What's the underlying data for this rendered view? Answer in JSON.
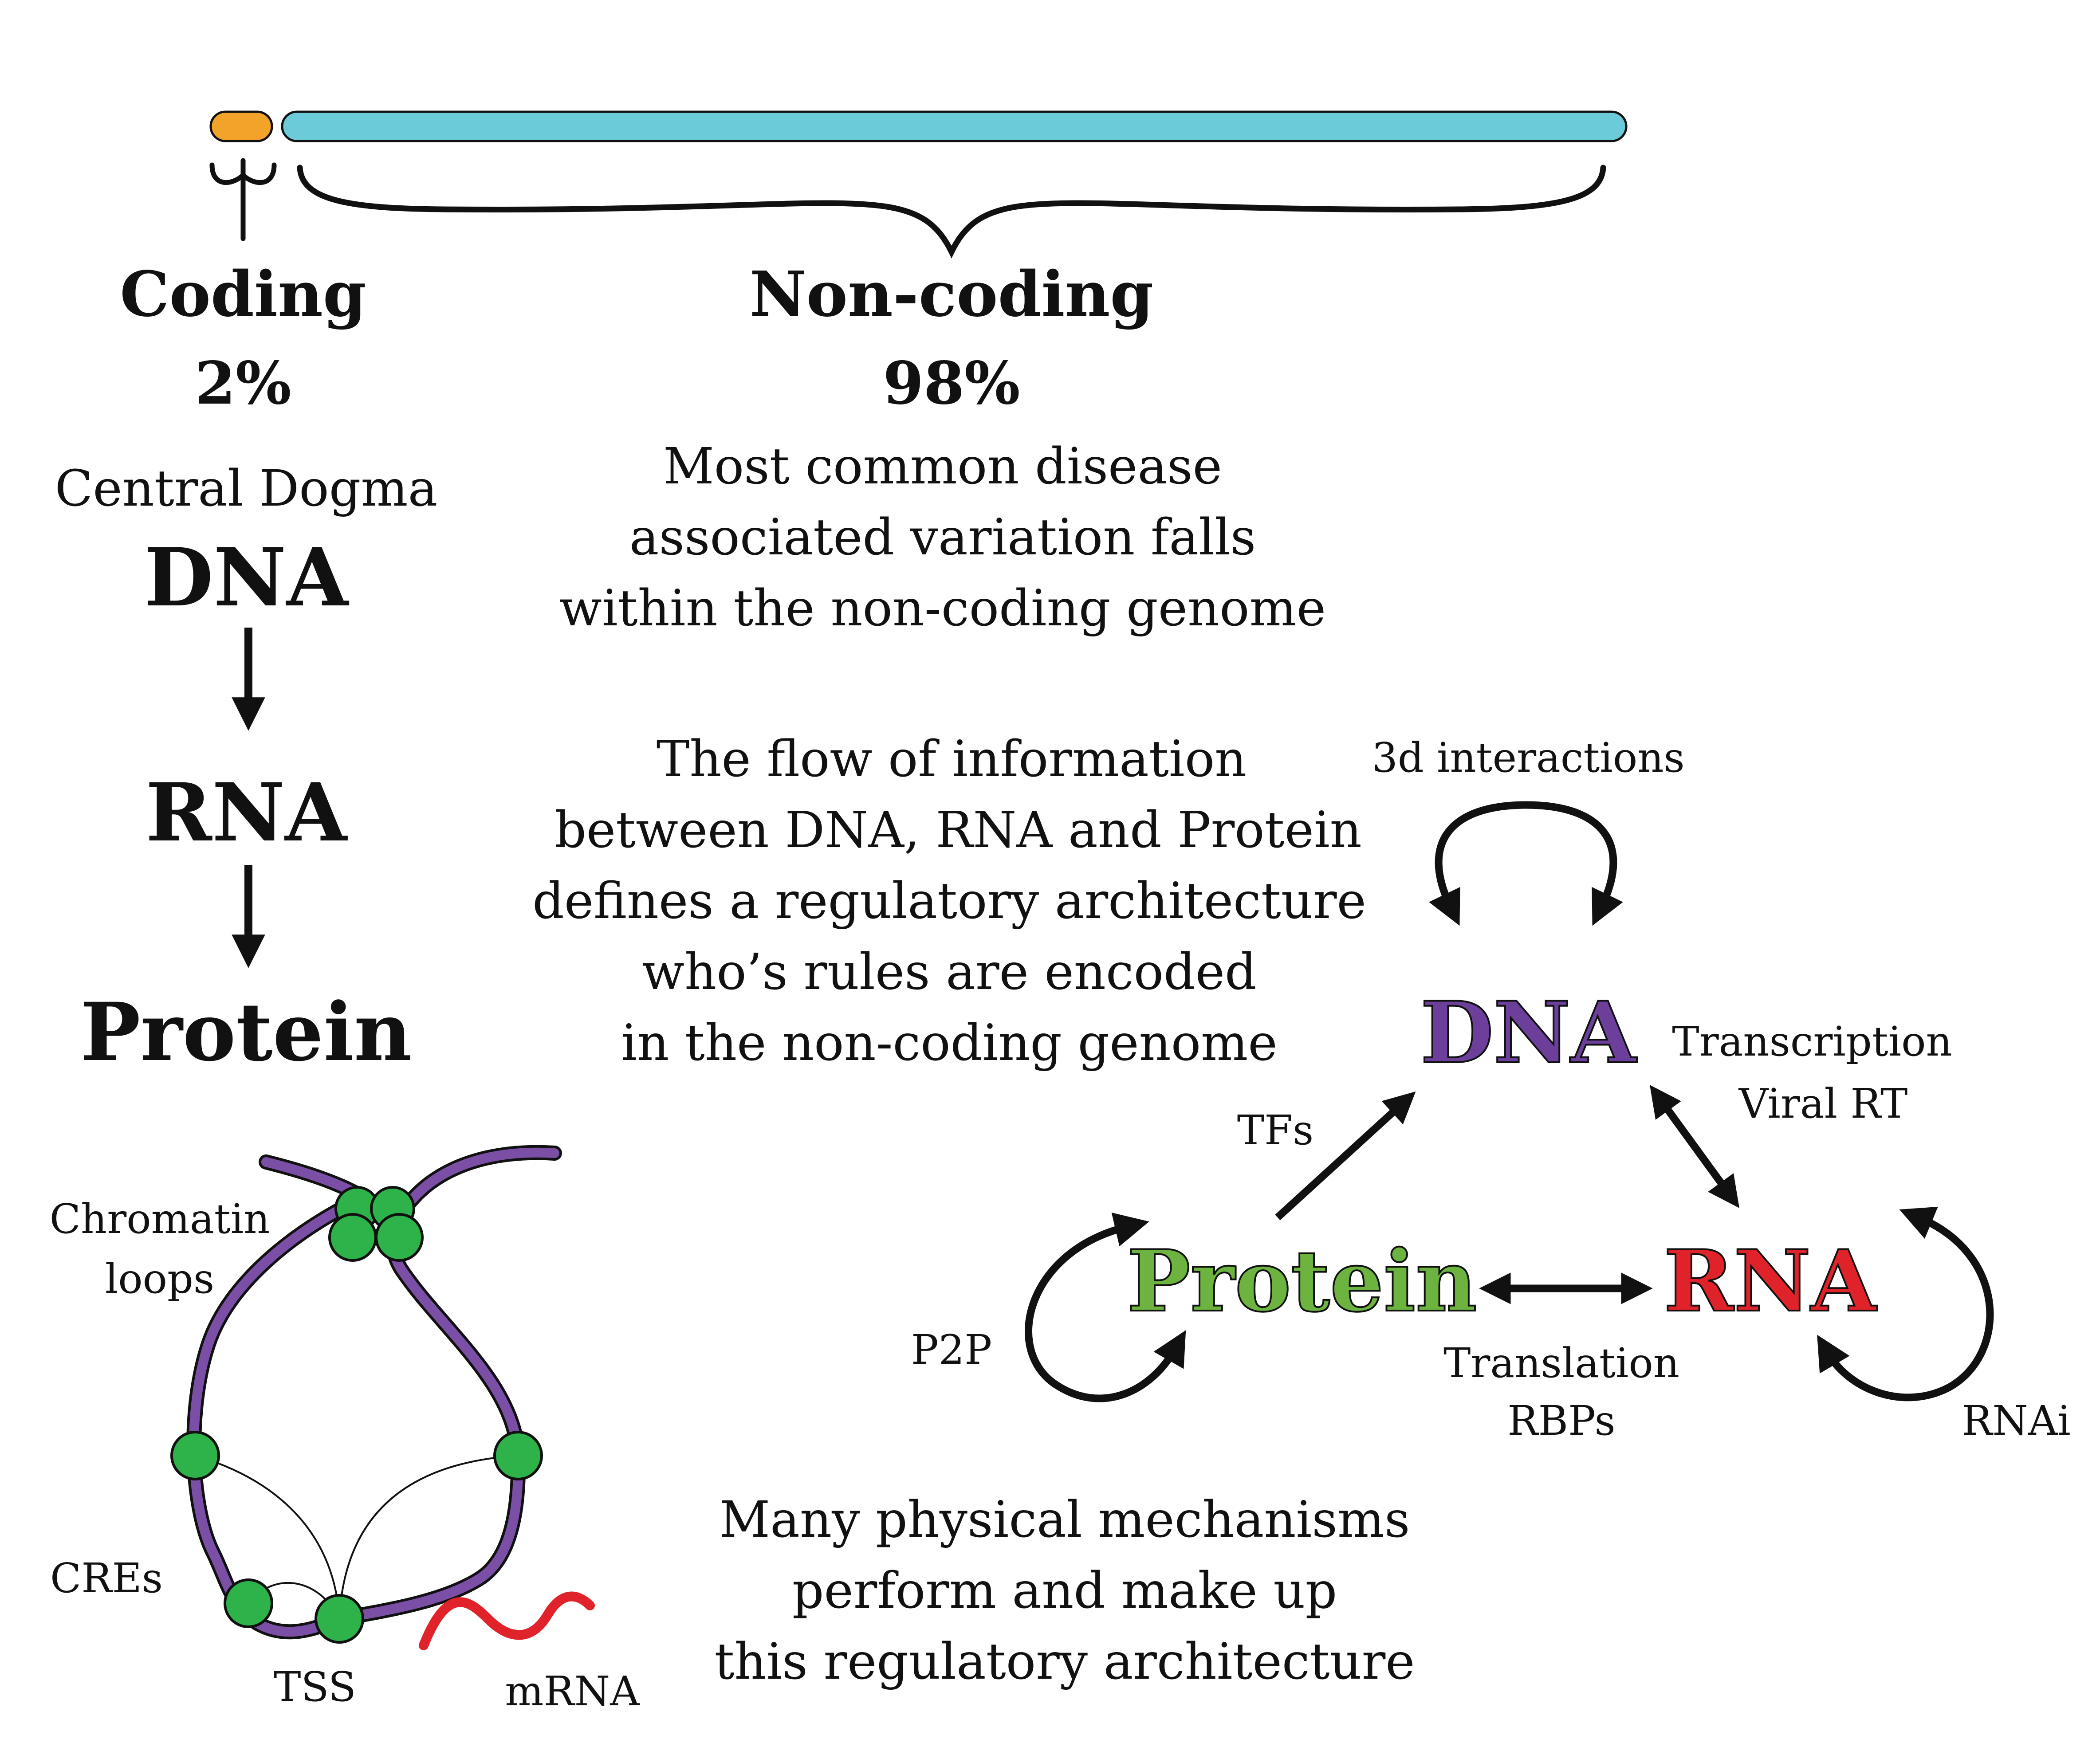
{
  "colors": {
    "coding_bar": "#f2a32a",
    "noncoding_bar": "#6ccbd9",
    "dna": "#6b3f9a",
    "protein": "#6db33f",
    "rna": "#e0232a",
    "chromatin": "#7b4fa6",
    "node": "#2db34a",
    "mrna": "#e0232a",
    "ink": "#111111"
  },
  "genome": {
    "coding_title": "Coding",
    "coding_pct": "2%",
    "coding_fraction": 0.02,
    "noncoding_title": "Non-coding",
    "noncoding_pct": "98%",
    "noncoding_fraction": 0.98,
    "noncoding_text": [
      "Most common disease",
      "associated variation falls",
      "within the non-coding genome"
    ]
  },
  "dogma": {
    "title": "Central Dogma",
    "steps": [
      "DNA",
      "RNA",
      "Protein"
    ]
  },
  "flow_text": [
    "The flow of information",
    "between DNA, RNA and Protein",
    "defines a regulatory architecture",
    "who’s rules are encoded",
    "in the non-coding genome"
  ],
  "network": {
    "dna": "DNA",
    "rna": "RNA",
    "protein": "Protein",
    "dna_self": "3d interactions",
    "dna_rna": [
      "Transcription",
      "Viral RT"
    ],
    "protein_dna": "TFs",
    "protein_rna": [
      "Translation",
      "RBPs"
    ],
    "protein_self": "P2P",
    "rna_self": "RNAi"
  },
  "chromatin": {
    "loops_label": [
      "Chromatin",
      "loops"
    ],
    "cres_label": "CREs",
    "tss_label": "TSS",
    "mrna_label": "mRNA"
  },
  "mechanisms_text": [
    "Many physical mechanisms",
    "perform and make up",
    "this regulatory architecture"
  ]
}
